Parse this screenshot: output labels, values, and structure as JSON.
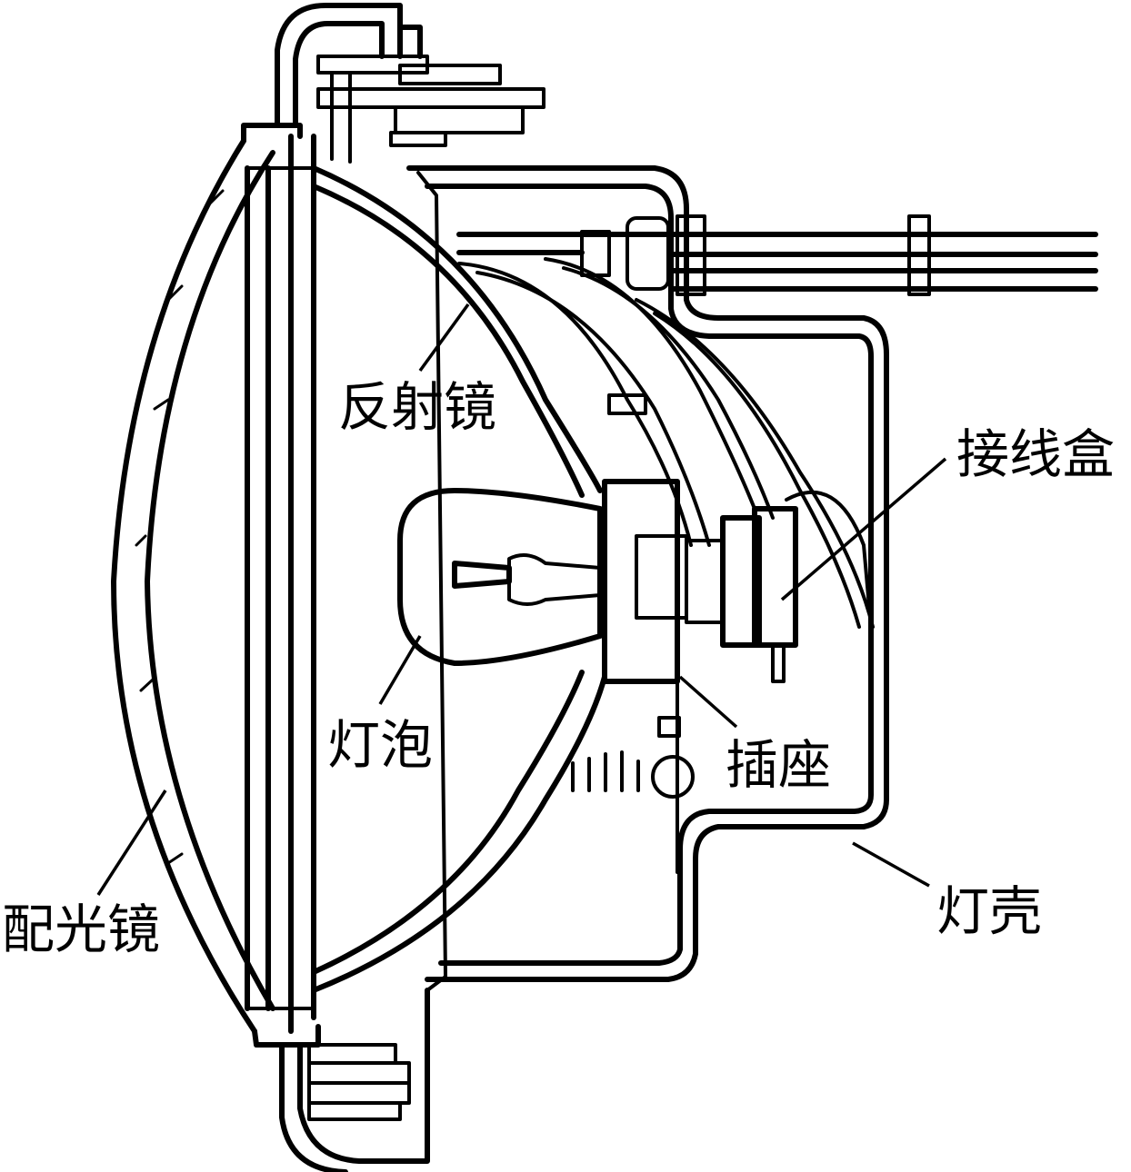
{
  "labels": {
    "reflector": "反射镜",
    "junction_box": "接线盒",
    "bulb": "灯泡",
    "socket": "插座",
    "lens": "配光镜",
    "housing": "灯壳"
  }
}
